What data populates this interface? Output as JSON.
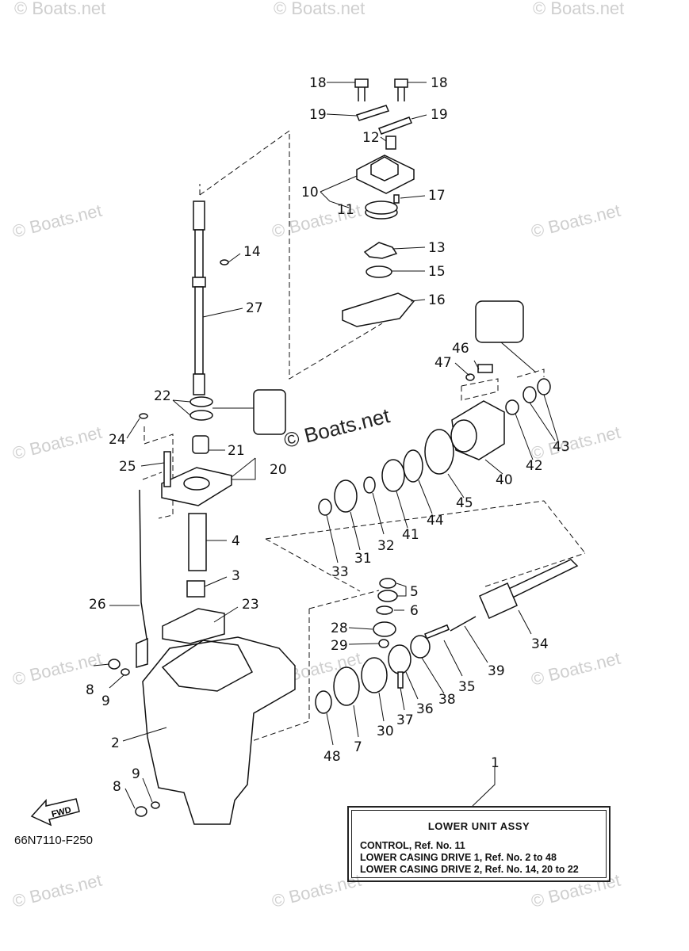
{
  "watermark": "© Boats.net",
  "center_watermark": "© Boats.net",
  "diagram_code": "66N7110-F250",
  "fwd_label": "FWD",
  "info_box": {
    "title": "LOWER UNIT ASSY",
    "lines": [
      "CONTROL, Ref. No. 11",
      "LOWER CASING DRIVE 1, Ref. No. 2 to 48",
      "LOWER CASING DRIVE 2, Ref. No. 14, 20 to 22"
    ]
  },
  "callouts": {
    "c18a": "18",
    "c18b": "18",
    "c19a": "19",
    "c19b": "19",
    "c12": "12",
    "c10": "10",
    "c11": "11",
    "c17": "17",
    "c13": "13",
    "c14": "14",
    "c15": "15",
    "c16": "16",
    "c27": "27",
    "c46": "46",
    "c47": "47",
    "c22": "22",
    "c24": "24",
    "c21": "21",
    "c25": "25",
    "c20": "20",
    "c40": "40",
    "c42": "42",
    "c43": "43",
    "c44": "44",
    "c45": "45",
    "c41": "41",
    "c32": "32",
    "c31": "31",
    "c33": "33",
    "c4": "4",
    "c3": "3",
    "c23": "23",
    "c26": "26",
    "c5": "5",
    "c6": "6",
    "c28": "28",
    "c29": "29",
    "c34": "34",
    "c39": "39",
    "c35": "35",
    "c38": "38",
    "c36": "36",
    "c37": "37",
    "c30": "30",
    "c7": "7",
    "c48": "48",
    "c8a": "8",
    "c9a": "9",
    "c2": "2",
    "c8b": "8",
    "c9b": "9",
    "c1": "1"
  }
}
